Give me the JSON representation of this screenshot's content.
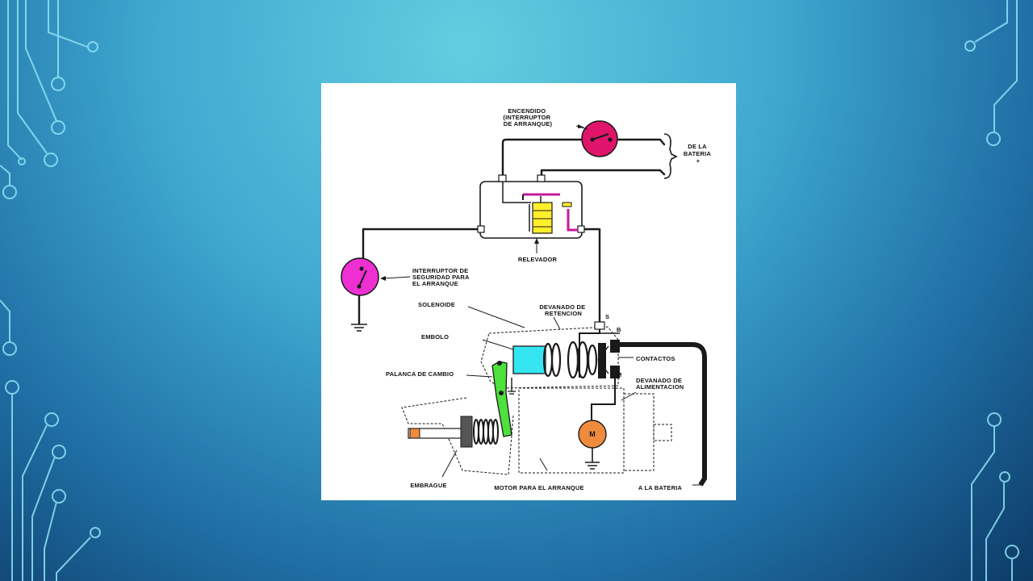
{
  "colors": {
    "background_top": "#63cde0",
    "background_bottom": "#0d3a66",
    "circuit_line": "#8fe3f5",
    "switch_magenta": "#ee2fd1",
    "switch_crimson": "#e0146b",
    "coil_yellow": "#ffef2a",
    "plunger_cyan": "#35e6f2",
    "lever_green": "#4ee03d",
    "motor_orange": "#f08a3c",
    "wire_magenta": "#c8189a"
  },
  "decoration": {
    "left_circuit": "circuit-trace-graphic",
    "right_circuit": "circuit-trace-graphic"
  },
  "diagram": {
    "labels": {
      "encendido": [
        "ENCENDIDO",
        "(INTERRUPTOR",
        "DE ARRANQUE)"
      ],
      "de_la_bateria": [
        "DE LA",
        "BATERIA",
        "+"
      ],
      "relevador": "RELEVADOR",
      "interruptor_seguridad": [
        "INTERRUPTOR DE",
        "SEGURIDAD PARA",
        "EL ARRANQUE"
      ],
      "solenoide": "SOLENOIDE",
      "devanado_retencion": [
        "DEVANADO DE",
        "RETENCION"
      ],
      "terminal_s": "S",
      "terminal_b": "B",
      "terminal_m": "M",
      "embolo": "EMBOLO",
      "contactos": "CONTACTOS",
      "palanca": "PALANCA DE CAMBIO",
      "devanado_alimentacion": [
        "DEVANADO DE",
        "ALIMENTACION"
      ],
      "motor_symbol": "M",
      "embrague": "EMBRAGUE",
      "motor_arranque": "MOTOR PARA EL ARRANQUE",
      "a_la_bateria": "A LA BATERIA"
    }
  }
}
